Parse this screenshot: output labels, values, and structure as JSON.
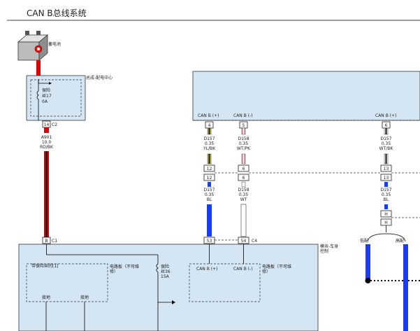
{
  "title": "CAN B总线系统",
  "battery": {
    "label": "蓄电池"
  },
  "pdc": {
    "label": "总成-配电中心",
    "fuse_line1": "保险",
    "fuse_line2": "丝17",
    "fuse_amp": "0A",
    "pin": "14",
    "connector": "C2"
  },
  "wire_a901": {
    "code": "A901",
    "gauge": "10.0",
    "color": "RD/BK"
  },
  "top_pins": {
    "canb_pos_label": "CAN B (+)",
    "canb_neg_label": "CAN B (-)",
    "canb_pos2_label": "CAN B (+)",
    "pin_4": "4",
    "pin_5": "5",
    "pin_6": "6"
  },
  "wire_d157_a": {
    "code": "D157",
    "gauge": "0.35",
    "color": "YL/BK"
  },
  "wire_d158_a": {
    "code": "D158",
    "gauge": "0.35",
    "color": "WT/PK"
  },
  "wire_d157_b": {
    "code": "D157",
    "gauge": "0.35",
    "color": "WT/BK"
  },
  "mid_pins": {
    "p12a": "12",
    "p12b": "12",
    "p6a": "6",
    "p6b": "6",
    "p13a": "13",
    "p13b": "13"
  },
  "wire_d157_c": {
    "code": "D157",
    "gauge": "0.35",
    "color": "BL"
  },
  "wire_d158_c": {
    "code": "D158",
    "gauge": "0.35",
    "color": "WT"
  },
  "wire_d157_d": {
    "code": "D157",
    "gauge": "0.35",
    "color": "BL"
  },
  "h_pins": {
    "h1": "H",
    "h2": "H"
  },
  "bcm": {
    "pin_b": "B",
    "conn_c1": "C1",
    "pin_53": "53",
    "pin_54": "54",
    "conn_c4": "C4",
    "label_line1": "模块-车身",
    "label_line2": "控制",
    "left_box_label": "带保险丝的[1]",
    "circuit_board1_line1": "电路板（不可维",
    "circuit_board1_line2": "修）",
    "fuse_line1": "保险",
    "fuse_line2": "丝36",
    "fuse_amp": "15A",
    "canb_pos": "CAN B (+)",
    "canb_neg": "CAN B (-)",
    "circuit_board2_line1": "电路板（不可维",
    "circuit_board2_line2": "修）",
    "ground1": "接地",
    "ground2": "接地"
  },
  "right_labels": {
    "low": "低配",
    "high": "高配"
  },
  "colors": {
    "fill": "#d4e6f4",
    "red": "#dd0000",
    "blue": "#1a3cff",
    "yellow": "#e8d800",
    "pink": "#f0a0b0"
  }
}
